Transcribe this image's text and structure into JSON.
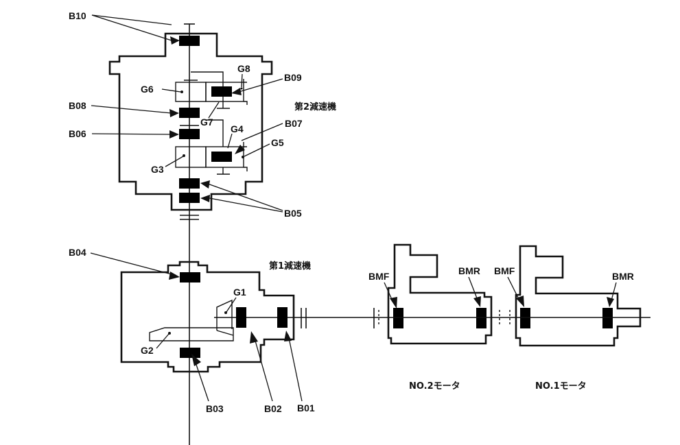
{
  "diagram": {
    "second_reducer": {
      "title": "第2減速機",
      "bearings": [
        "B10",
        "B09",
        "B08",
        "B07",
        "B06",
        "B05"
      ],
      "gears": [
        "G8",
        "G6",
        "G7",
        "G4",
        "G5",
        "G3"
      ]
    },
    "first_reducer": {
      "title": "第1減速機",
      "bearings": [
        "B04",
        "B03",
        "B02",
        "B01"
      ],
      "gears": [
        "G1",
        "G2"
      ]
    },
    "motor_2": {
      "caption": "NO.2モータ",
      "front_bearing": "BMF",
      "rear_bearing": "BMR"
    },
    "motor_1": {
      "caption": "NO.1モータ",
      "front_bearing": "BMF",
      "rear_bearing": "BMR"
    }
  }
}
